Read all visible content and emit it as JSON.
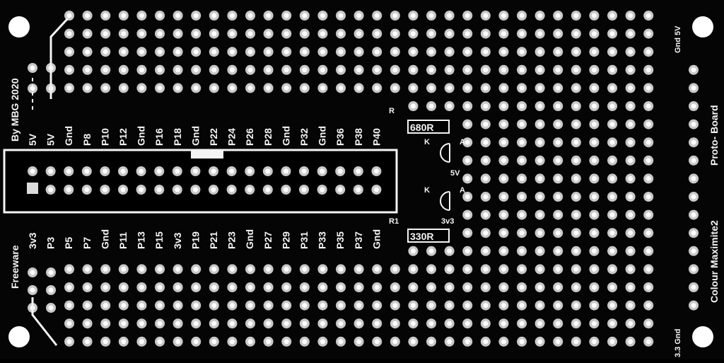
{
  "board": {
    "author": "By MBG 2020",
    "license": "Freeware",
    "product_line1": "Proto- Board",
    "product_line2": "Colour Maximite2",
    "rail_top_right": "Gnd 5V",
    "rail_bottom_right": "3.3 Gnd",
    "resistor_top": "680R",
    "resistor_bottom": "330R",
    "r_top_ref": "R",
    "r_bottom_ref": "R1",
    "led1": {
      "k": "K",
      "a": "A",
      "voltage": "5V"
    },
    "led2": {
      "k": "K",
      "a": "A",
      "voltage": "3v3"
    }
  },
  "header": {
    "top_pins": [
      "5V",
      "5V",
      "Gnd",
      "P8",
      "P10",
      "P12",
      "Gnd",
      "P16",
      "P18",
      "Gnd",
      "P22",
      "P24",
      "P26",
      "P28",
      "Gnd",
      "P32",
      "Gnd",
      "P36",
      "P38",
      "P40"
    ],
    "bottom_pins": [
      "3v3",
      "P3",
      "P5",
      "P7",
      "Gnd",
      "P11",
      "P13",
      "P15",
      "3v3",
      "P19",
      "P21",
      "P23",
      "Gnd",
      "P27",
      "P29",
      "P31",
      "P33",
      "P35",
      "P37",
      "Gnd"
    ]
  },
  "colors": {
    "board": "#050505",
    "silkscreen": "#f4f4f4",
    "pad": "#c9c9c9",
    "hole": "#ffffff"
  }
}
